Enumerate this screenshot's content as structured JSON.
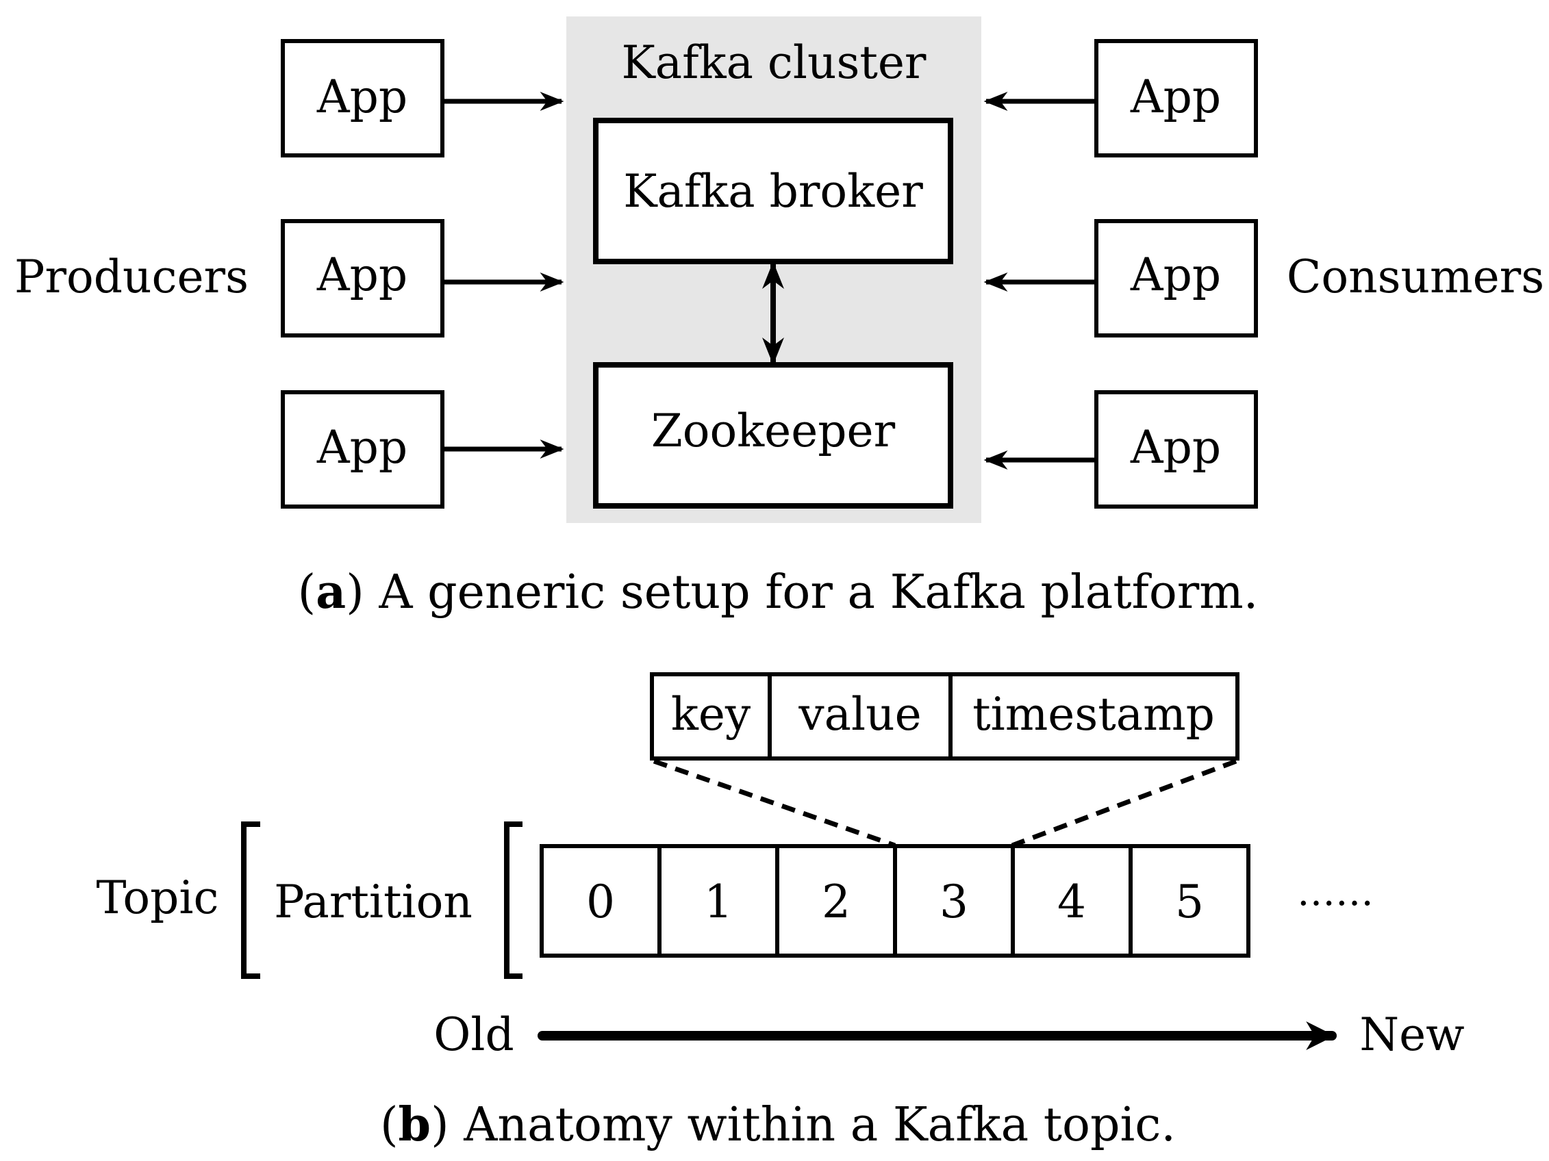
{
  "figure_a": {
    "cluster": {
      "title": "Kafka cluster",
      "broker_label": "Kafka broker",
      "zookeeper_label": "Zookeeper",
      "background_color": "#e6e6e6"
    },
    "producers": {
      "label": "Producers",
      "apps": [
        "App",
        "App",
        "App"
      ]
    },
    "consumers": {
      "label": "Consumers",
      "apps": [
        "App",
        "App",
        "App"
      ]
    },
    "caption": {
      "open_paren": "(",
      "letter": "a",
      "rest": ") A generic setup for a Kafka platform."
    }
  },
  "figure_b": {
    "record_fields": [
      "key",
      "value",
      "timestamp"
    ],
    "topic_label": "Topic",
    "partition_label": "Partition",
    "offsets": [
      "0",
      "1",
      "2",
      "3",
      "4",
      "5"
    ],
    "ellipsis": "……",
    "old_label": "Old",
    "new_label": "New",
    "caption": {
      "open_paren": "(",
      "letter": "b",
      "rest": ") Anatomy within a Kafka topic."
    }
  }
}
